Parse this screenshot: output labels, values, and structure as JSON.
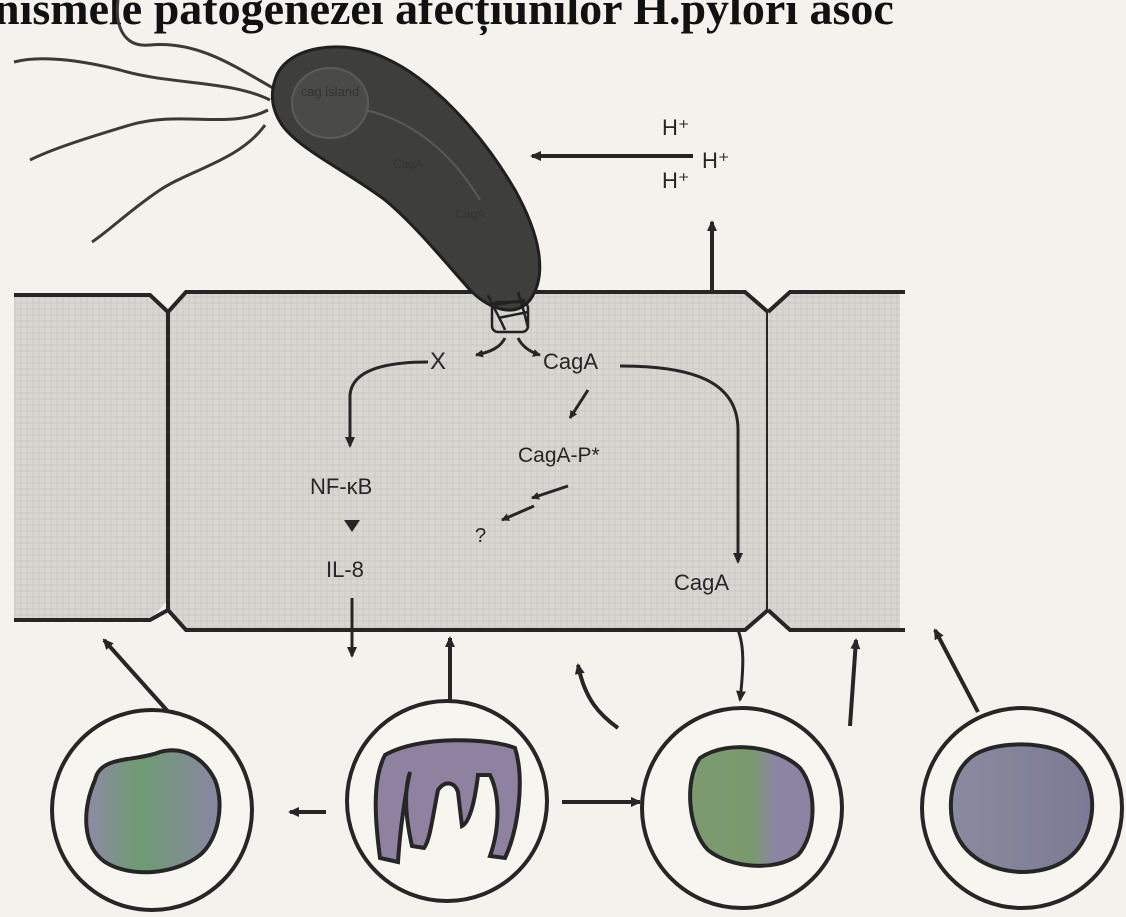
{
  "title": "nismele patogenezei afecțiunilor H.pylori asoc",
  "bacterium": {
    "labels": [
      "cag island",
      "CagA",
      "CagA"
    ]
  },
  "labels": {
    "h_plus_1": "H⁺",
    "h_plus_2": "H⁺",
    "h_plus_3": "H⁺",
    "x": "X",
    "caga_top": "CagA",
    "caga_p": "CagA-P*",
    "question": "?",
    "nfkb": "NF-κB",
    "il8": "IL-8",
    "caga_bottom": "CagA"
  },
  "colors": {
    "background": "#f3f2ec",
    "bacterium": "#3e3e3b",
    "cell": "#d7d5cf",
    "outline": "#262626",
    "nucleus_green": "#7f9a6e",
    "nucleus_purple": "#8e82a0"
  }
}
